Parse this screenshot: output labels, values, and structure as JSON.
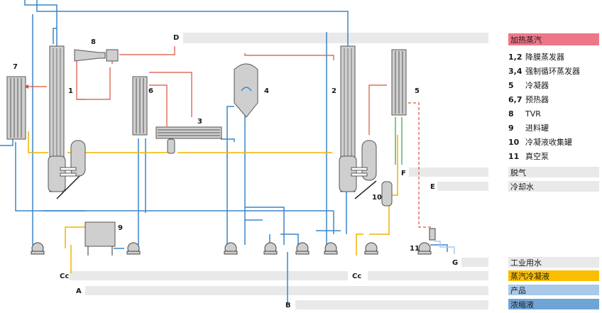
{
  "legend": {
    "steam": {
      "label": "加热蒸汽",
      "color": "#ee7787"
    },
    "items": [
      {
        "num": "1,2",
        "text": "降膜蒸发器"
      },
      {
        "num": "3,4",
        "text": "强制循环蒸发器"
      },
      {
        "num": "5",
        "text": "冷凝器"
      },
      {
        "num": "6,7",
        "text": "预热器"
      },
      {
        "num": "8",
        "text": "TVR"
      },
      {
        "num": "9",
        "text": "进料罐"
      },
      {
        "num": "10",
        "text": "冷凝液收集罐"
      },
      {
        "num": "11",
        "text": "真空泵"
      }
    ],
    "bottom": [
      {
        "text": "脱气",
        "color": "#e9e9e9"
      },
      {
        "text": "冷却水",
        "color": "#e9e9e9"
      },
      {
        "text": "工业用水",
        "color": "#e9e9e9"
      },
      {
        "text": "蒸汽冷凝液",
        "color": "#fbbd00"
      },
      {
        "text": "产品",
        "color": "#a8c9ea"
      },
      {
        "text": "浓缩液",
        "color": "#6fa4d6"
      }
    ]
  },
  "labels": {
    "u1": "1",
    "u2": "2",
    "u3": "3",
    "u4": "4",
    "u5": "5",
    "u6": "6",
    "u7": "7",
    "u8": "8",
    "u9": "9",
    "u10": "10",
    "u11": "11",
    "D": "D",
    "F": "F",
    "E": "E",
    "G": "G",
    "Cc1": "Cc",
    "Cc2": "Cc",
    "A": "A",
    "B": "B"
  },
  "colors": {
    "steam": "#d9503c",
    "condensate": "#f0b400",
    "product": "#3a86c8",
    "cooling": "#5ab55a",
    "vapor_dash": "#d9503c",
    "equipment": "#cfcfcf",
    "bar": "#e9e9e9",
    "line_dark": "#222222"
  }
}
